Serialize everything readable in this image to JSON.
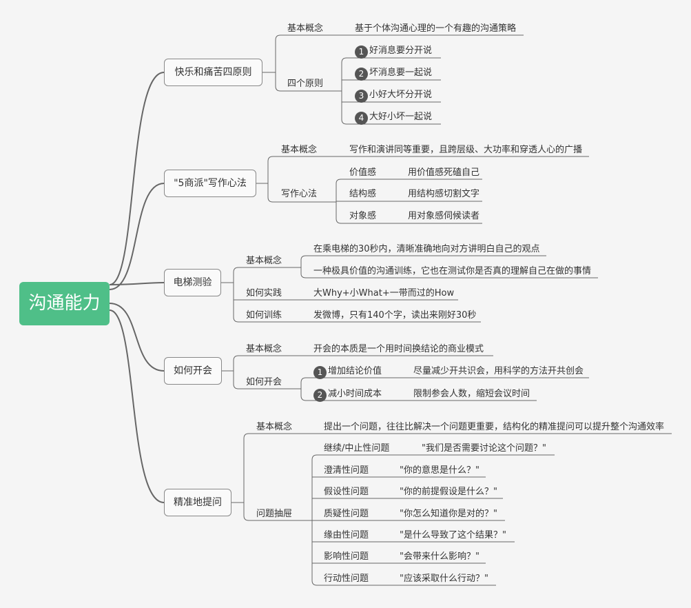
{
  "root": "沟通能力",
  "branches": [
    {
      "title": "快乐和痛苦四原则",
      "basic_label": "基本概念",
      "basic_text": "基于个体沟通心理的一个有趣的沟通策略",
      "sub_label": "四个原则",
      "items": [
        {
          "num": "1",
          "text": "好消息要分开说"
        },
        {
          "num": "2",
          "text": "坏消息要一起说"
        },
        {
          "num": "3",
          "text": "小好大坏分开说"
        },
        {
          "num": "4",
          "text": "大好小坏一起说"
        }
      ]
    },
    {
      "title": "\"5商派\"写作心法",
      "basic_label": "基本概念",
      "basic_text": "写作和演讲同等重要，且跨层级、大功率和穿透人心的广播",
      "sub_label": "写作心法",
      "items": [
        {
          "label": "价值感",
          "text": "用价值感死磕自己"
        },
        {
          "label": "结构感",
          "text": "用结构感切割文字"
        },
        {
          "label": "对象感",
          "text": "用对象感伺候读者"
        }
      ]
    },
    {
      "title": "电梯测验",
      "basic_label": "基本概念",
      "basic_texts": [
        "在乘电梯的30秒内，清晰准确地向对方讲明白自己的观点",
        "一种极具价值的沟通训练，它也在测试你是否真的理解自己在做的事情"
      ],
      "practice_label": "如何实践",
      "practice_text": "大Why+小What+一带而过的How",
      "train_label": "如何训练",
      "train_text": "发微博，只有140个字，读出来刚好30秒"
    },
    {
      "title": "如何开会",
      "basic_label": "基本概念",
      "basic_text": "开会的本质是一个用时间换结论的商业模式",
      "sub_label": "如何开会",
      "items": [
        {
          "num": "1",
          "label": "增加结论价值",
          "text": "尽量减少开共识会，用科学的方法开共创会"
        },
        {
          "num": "2",
          "label": "减小时间成本",
          "text": "限制参会人数，缩短会议时间"
        }
      ]
    },
    {
      "title": "精准地提问",
      "basic_label": "基本概念",
      "basic_text": "提出一个问题，往往比解决一个问题更重要，结构化的精准提问可以提升整个沟通效率",
      "sub_label": "问题抽屉",
      "items": [
        {
          "label": "继续/中止性问题",
          "text": "\"我们是否需要讨论这个问题？\""
        },
        {
          "label": "澄清性问题",
          "text": "\"你的意思是什么？\""
        },
        {
          "label": "假设性问题",
          "text": "\"你的前提假设是什么？\""
        },
        {
          "label": "质疑性问题",
          "text": "\"你怎么知道你是对的？\""
        },
        {
          "label": "缘由性问题",
          "text": "\"是什么导致了这个结果？\""
        },
        {
          "label": "影响性问题",
          "text": "\"会带来什么影响？\""
        },
        {
          "label": "行动性问题",
          "text": "\"应该采取什么行动？\""
        }
      ]
    }
  ]
}
